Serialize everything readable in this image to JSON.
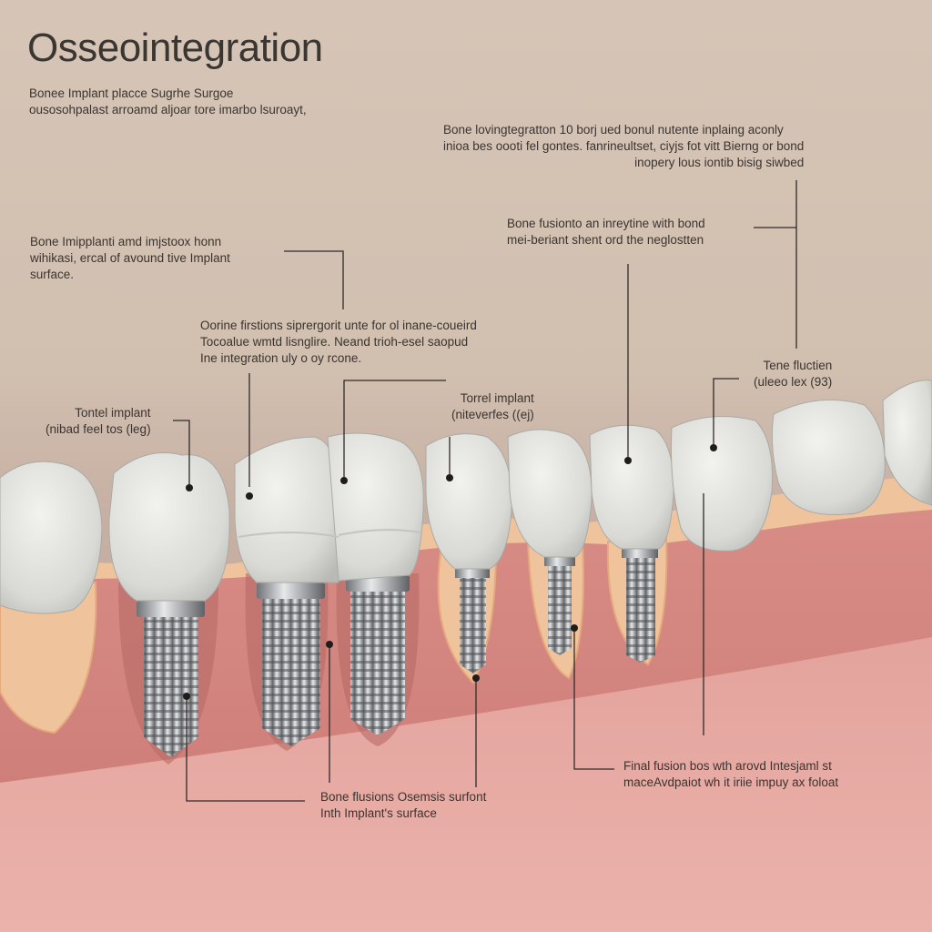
{
  "title": "Osseointegration",
  "subtitle": [
    "Bonee Implant placce Sugrhe Surgoe",
    "ousosohpalast arroamd aljoar tore imarbo lsuroayt,"
  ],
  "labels": {
    "top_right": [
      "Bone lovingtegratton 10 borj ued bonul nutente inplaing aconly",
      "inioa bes oooti fel gontes. fanrineultset, ciyjs fot vitt Bierng or bond",
      "inopery lous iontib bisig siwbed"
    ],
    "bone_fusion_upper": [
      "Bone fusionto an inreytine with bond",
      "mei-beriant shent ord the neglostten"
    ],
    "left_upper": [
      "Bone Imipplanti amd imjstoox honn",
      "wihikasi, ercal of avound tive Implant",
      "surface."
    ],
    "middle": [
      "Oorine firstions siprergorit unte for ol inane-coueird",
      "Tocoalue wmtd lisnglire. Neand trioh-esel saopud",
      "Ine integration uly o oy rcone."
    ],
    "tontel_implant": [
      "Tontel implant",
      "(nibad feel tos (leg)"
    ],
    "torrel_implant": [
      "Torrel implant",
      "(niteverfes ((ej)"
    ],
    "tene_fluctien": [
      "Tene fluctien",
      "(uleeo lex (93)"
    ],
    "bottom_center": [
      "Bone flusions Osemsis surfont",
      "Inth Implant's surface"
    ],
    "bottom_right": [
      "Final fusion bos wth arovd Intesjaml st",
      "maceAvdpaiot wh it iriie impuy ax foloat"
    ]
  }
}
